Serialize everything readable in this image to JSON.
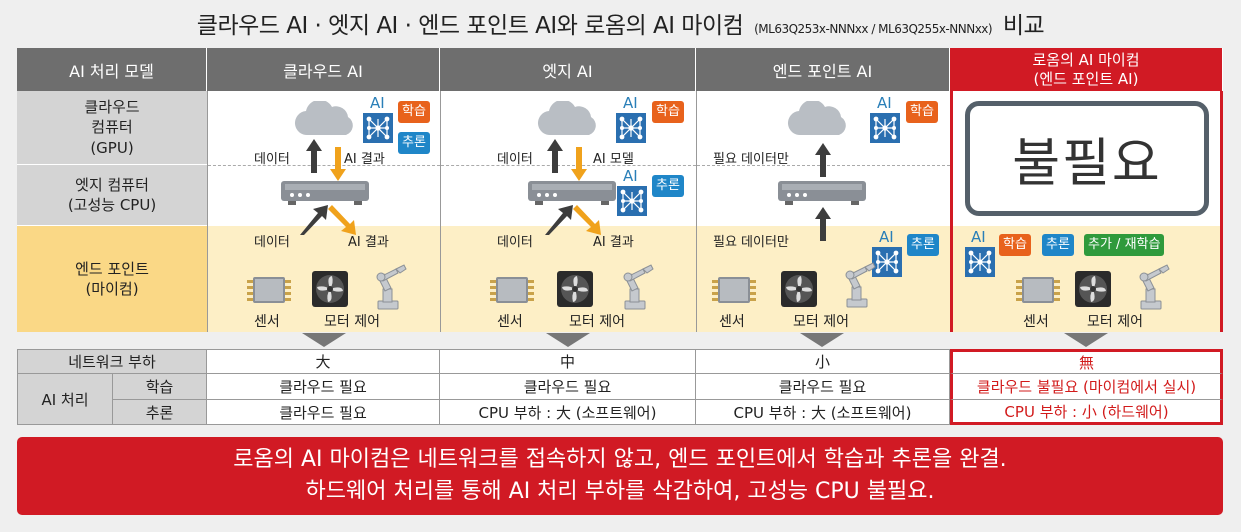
{
  "title": {
    "main": "클라우드 AI · 엣지 AI · 엔드 포인트 AI와 로옴의 AI 마이컴",
    "sub": "(ML63Q253x-NNNxx / ML63Q255x-NNNxx)",
    "tail": "비교"
  },
  "headers": {
    "model": "AI 처리 모델",
    "cloud": "클라우드 AI",
    "edge": "엣지 AI",
    "endpoint": "엔드 포인트 AI",
    "rohm1": "로옴의 AI 마이컴",
    "rohm2": "(엔드 포인트 AI)"
  },
  "rows": {
    "cloud1": "클라우드",
    "cloud2": "컴퓨터",
    "cloud3": "(GPU)",
    "edge1": "엣지 컴퓨터",
    "edge2": "(고성능 CPU)",
    "end1": "엔드 포인트",
    "end2": "(마이컴)"
  },
  "diagram": {
    "ai": "AI",
    "learn": "학습",
    "infer": "추론",
    "retrain": "추가 / 재학습",
    "data": "데이터",
    "ai_result": "AI 결과",
    "ai_model": "AI 모델",
    "needed_data": "필요 데이터만",
    "sensor": "센서",
    "motor": "모터 제어",
    "unneeded": "불필요"
  },
  "table": {
    "network": "네트워크 부하",
    "ai_proc": "AI 처리",
    "learn": "학습",
    "infer": "추론",
    "net": [
      "大",
      "中",
      "小",
      "無"
    ],
    "learning": [
      "클라우드 필요",
      "클라우드 필요",
      "클라우드 필요",
      "클라우드 불필요 (마이컴에서 실시)"
    ],
    "inference": [
      "클라우드 필요",
      "CPU 부하 : 大 (소프트웨어)",
      "CPU 부하 : 大 (소프트웨어)",
      "CPU 부하 : 小 (하드웨어)"
    ]
  },
  "banner": {
    "line1": "로옴의 AI 마이컴은 네트워크를 접속하지 않고, 엔드 포인트에서 학습과 추론을 완결.",
    "line2": "하드웨어 처리를 통해 AI 처리 부하를 삭감하여, 고성능 CPU 불필요."
  },
  "colors": {
    "header": "#6e6e6e",
    "accent_red": "#d11a24",
    "learn_badge": "#e8621c",
    "infer_badge": "#1f86c8",
    "retrain_badge": "#2f9a3c",
    "ai_blue": "#2a7fb8",
    "yellow": "#fad886"
  }
}
